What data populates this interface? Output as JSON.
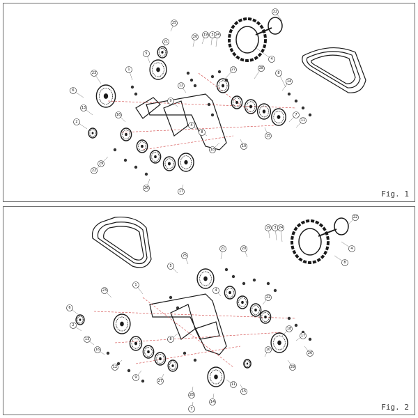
{
  "figures": [
    {
      "caption": "Fig. 1",
      "callouts": [
        "22",
        "4",
        "8",
        "19",
        "3",
        "24",
        "20",
        "21",
        "25",
        "5",
        "1",
        "23",
        "6",
        "2",
        "13",
        "16",
        "12",
        "9",
        "27",
        "28",
        "14",
        "7",
        "11",
        "15",
        "10",
        "18",
        "17",
        "26",
        "29"
      ]
    },
    {
      "caption": "Fig. 2",
      "callouts": [
        "22",
        "4",
        "8",
        "19",
        "3",
        "24",
        "20",
        "21",
        "25",
        "5",
        "1",
        "23",
        "6",
        "2",
        "13",
        "16",
        "12",
        "9",
        "27",
        "28",
        "14",
        "7",
        "11",
        "15",
        "10",
        "18",
        "17",
        "26",
        "29"
      ]
    }
  ],
  "colors": {
    "ink": "#1a1a1a",
    "frame": "#6e6e6e",
    "guide": "#d04040",
    "paper": "#ffffff"
  }
}
